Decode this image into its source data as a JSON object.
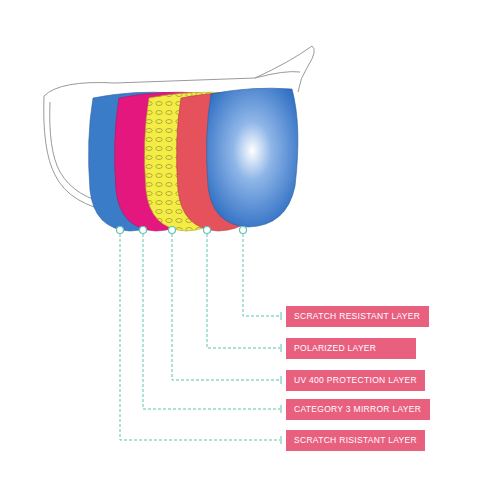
{
  "diagram": {
    "nodes": [
      {
        "text": [
          "SCRATCH RESISTANT LAYER"
        ]
      },
      {
        "text": [
          "POLARIZED LAYER"
        ]
      },
      {
        "text": [
          "UV 400 PROTECTION LAYER"
        ]
      },
      {
        "text": [
          "CATEGORY 3 MIRROR LAYER"
        ]
      },
      {
        "text": [
          "SCRATCH RISISTANT LAYER"
        ]
      }
    ]
  }
}
